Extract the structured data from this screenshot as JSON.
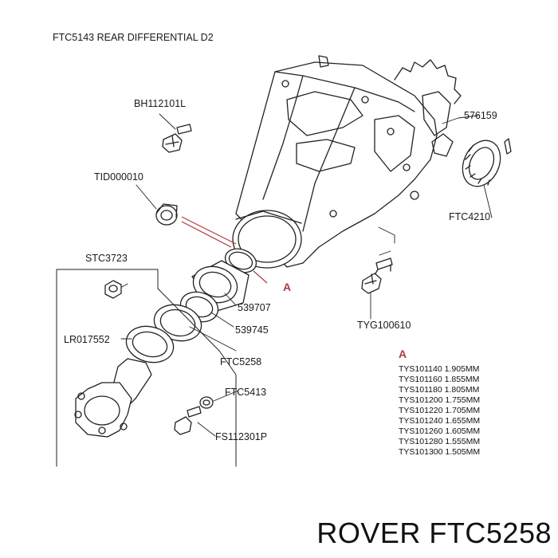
{
  "title": "FTC5143 REAR DIFFERENTIAL D2",
  "parts": {
    "bh112101l": "BH112101L",
    "tid000010": "TID000010",
    "stc3723": "STC3723",
    "lr017552": "LR017552",
    "p539707": "539707",
    "p539745": "539745",
    "ftc5258": "FTC5258",
    "ftc5413": "FTC5413",
    "fs112301p": "FS112301P",
    "p576159": "576159",
    "ftc4210": "FTC4210",
    "tyg100610": "TYG100610"
  },
  "marker": "A",
  "shim_header": "A",
  "shims": [
    "TYS101140 1.905MM",
    "TYS101160 1.855MM",
    "TYS101180 1.805MM",
    "TYS101200 1.755MM",
    "TYS101220 1.705MM",
    "TYS101240 1.655MM",
    "TYS101260 1.605MM",
    "TYS101280 1.555MM",
    "TYS101300 1.505MM"
  ],
  "brand": "ROVER FTC5258",
  "colors": {
    "line": "#222222",
    "marker": "#b03a3a"
  }
}
